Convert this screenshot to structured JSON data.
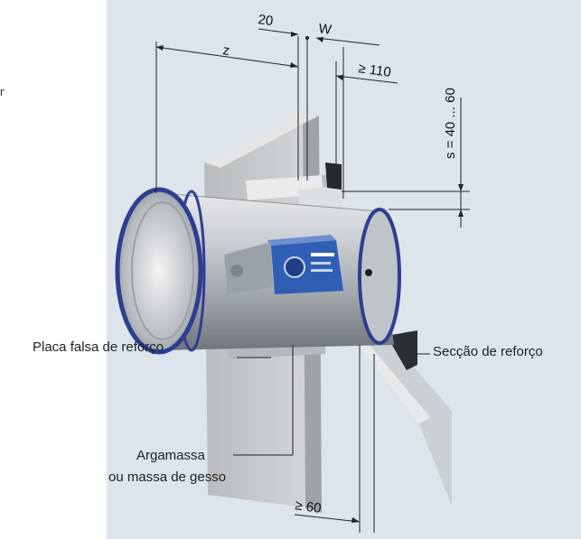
{
  "colors": {
    "panel_background": "#dde4ec",
    "wall": "#c9cccf",
    "duct": "#c2c6cb",
    "flange": "#2c3f8f",
    "actuator": "#2f5fb4",
    "dimension_lines": "#222222"
  },
  "icons": [
    "fire-damper-3d-illustration",
    "actuator-motor-icon"
  ],
  "dimensions": {
    "z": "z",
    "gap_20": "20",
    "w": "W",
    "min_110": "≥ 110",
    "s_range": "s = 40 ... 60",
    "min_60": "≥ 60"
  },
  "callouts": {
    "placa_falsa": "Placa falsa de reforço",
    "seccao": "Secção de reforço",
    "argamassa_line1": "Argamassa",
    "argamassa_line2": "ou massa de gesso"
  },
  "margin_text": "n"
}
